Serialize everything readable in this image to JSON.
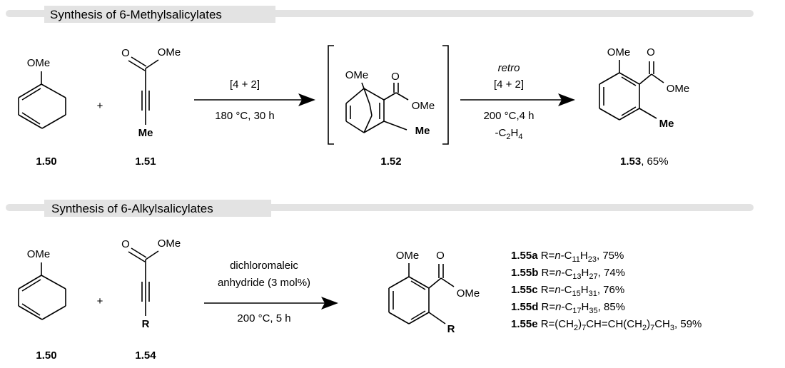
{
  "sections": [
    {
      "title": "Synthesis of 6-Methylsalicylates"
    },
    {
      "title": "Synthesis of 6-Alkylsalicylates"
    }
  ],
  "atoms": {
    "ome": "OMe",
    "o": "O",
    "me": "Me",
    "r": "R",
    "plus": "+"
  },
  "scheme1": {
    "compounds": {
      "diene": "1.50",
      "alkyne": "1.51",
      "intermediate": "1.52",
      "product_id": "1.53",
      "product_yield": ", 65%"
    },
    "arrow1": {
      "above": "[4 + 2]",
      "below": "180 °C, 30 h"
    },
    "arrow2": {
      "above_italic": "retro",
      "above": "[4 + 2]",
      "below": "200 °C,4 h",
      "below2_prefix": "-C",
      "below2_sub1": "2",
      "below2_mid": "H",
      "below2_sub2": "4"
    }
  },
  "scheme2": {
    "compounds": {
      "diene": "1.50",
      "alkyne": "1.54"
    },
    "arrow": {
      "above1": "dichloromaleic",
      "above2": "anhydride (3 mol%)",
      "below": "200 °C, 5 h"
    },
    "products": [
      {
        "id": "1.55a",
        "r_prefix": " R=",
        "r_italic": "n",
        "r_formula": "-C",
        "sub1": "11",
        "mid": "H",
        "sub2": "23",
        "yield": ", 75%"
      },
      {
        "id": "1.55b",
        "r_prefix": "  R=",
        "r_italic": "n",
        "r_formula": "-C",
        "sub1": "13",
        "mid": "H",
        "sub2": "27",
        "yield": ", 74%"
      },
      {
        "id": "1.55c",
        "r_prefix": "  R=",
        "r_italic": "n",
        "r_formula": "-C",
        "sub1": "15",
        "mid": "H",
        "sub2": "31",
        "yield": ", 76%"
      },
      {
        "id": "1.55d",
        "r_prefix": "  R=",
        "r_italic": "n",
        "r_formula": "-C",
        "sub1": "17",
        "mid": "H",
        "sub2": "35",
        "yield": ", 85%"
      }
    ],
    "product_e": {
      "id": "1.55e",
      "p1": "  R=(CH",
      "s1": "2",
      "p2": ")",
      "s2": "7",
      "p3": "CH=CH(CH",
      "s3": "2",
      "p4": ")",
      "s4": "7",
      "p5": "CH",
      "s5": "3",
      "yield": ", 59%"
    }
  }
}
